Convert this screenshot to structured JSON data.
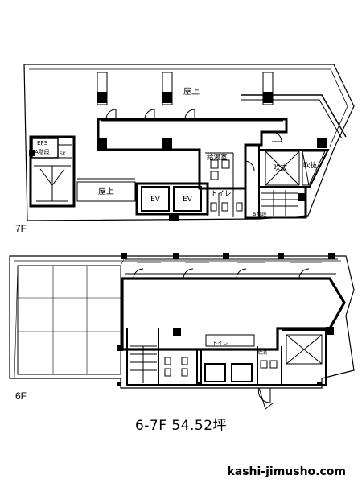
{
  "floor7": {
    "floor_label": "7F",
    "rooms": {
      "rooftop_upper": "屋上",
      "rooftop_lower": "屋上",
      "kitchen": "給湯室",
      "toilet": "トイレ",
      "void_left": "吹抜",
      "void_right": "吹抜",
      "eps": "EPS",
      "emergency_stair": "A階段",
      "sk": "SK",
      "elevator_1": "EV",
      "elevator_2": "EV",
      "b_stair": "B階段"
    }
  },
  "floor6": {
    "floor_label": "6F",
    "rooms": {
      "toilet": "トイレ",
      "hot_water": "給湯"
    }
  },
  "caption": "6-7F 54.52坪",
  "watermark": "kashi-jimusho.com"
}
